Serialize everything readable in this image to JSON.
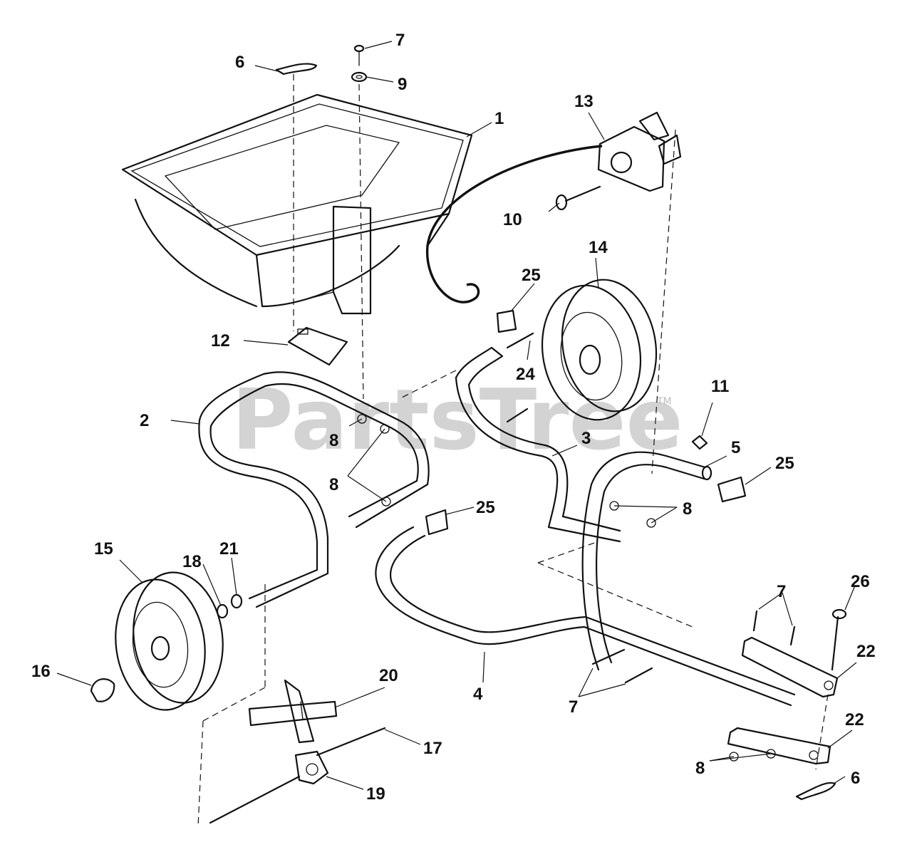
{
  "watermark": {
    "text": "PartsTree",
    "tm": "TM"
  },
  "callouts": {
    "c1": "1",
    "c2": "2",
    "c3": "3",
    "c4": "4",
    "c5": "5",
    "c6a": "6",
    "c6b": "6",
    "c7a": "7",
    "c7b": "7",
    "c7c": "7",
    "c8a": "8",
    "c8b": "8",
    "c8c": "8",
    "c8d": "8",
    "c9": "9",
    "c10": "10",
    "c11": "11",
    "c12": "12",
    "c13": "13",
    "c14": "14",
    "c15": "15",
    "c16": "16",
    "c17": "17",
    "c18": "18",
    "c19": "19",
    "c20": "20",
    "c21": "21",
    "c22a": "22",
    "c22b": "22",
    "c24": "24",
    "c25a": "25",
    "c25b": "25",
    "c25c": "25",
    "c26": "26"
  }
}
